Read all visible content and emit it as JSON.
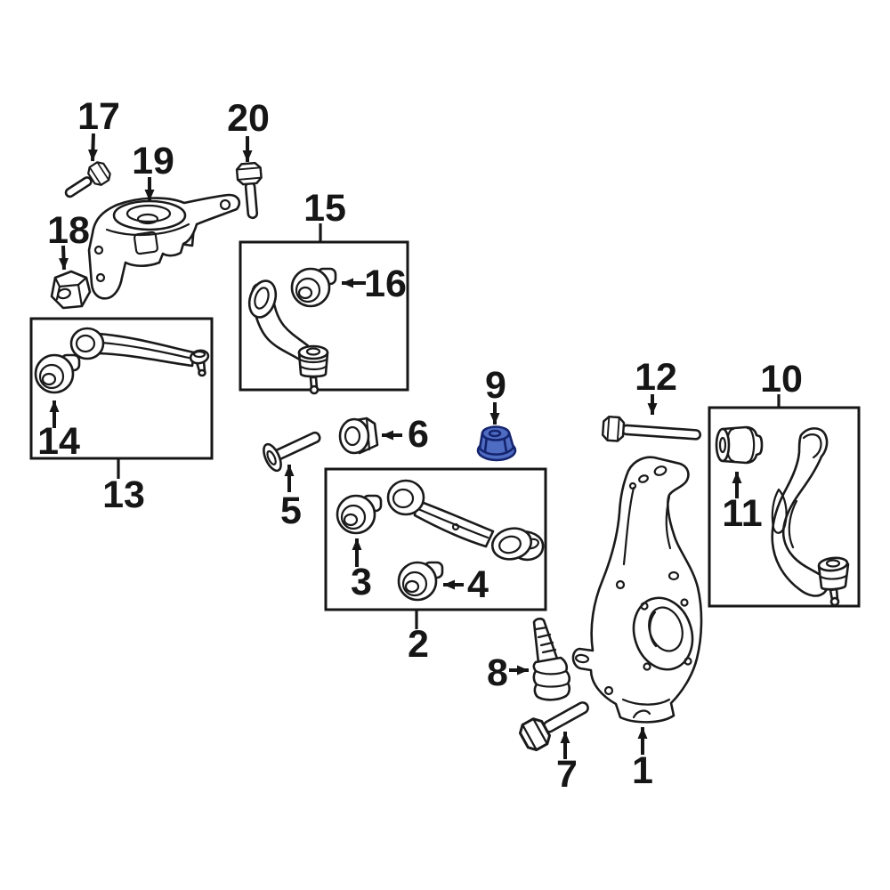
{
  "diagram": {
    "description": "Exploded suspension parts diagram",
    "background_color": "#ffffff",
    "line_color": "#1a1a1a",
    "highlight_fill": "#4f6cc3",
    "highlight_stroke": "#14246e",
    "highlighted_part": "9",
    "parts": [
      {
        "label": "1",
        "name": "steering-knuckle"
      },
      {
        "label": "2",
        "name": "control-arm-group-box"
      },
      {
        "label": "3",
        "name": "bushing"
      },
      {
        "label": "4",
        "name": "bushing"
      },
      {
        "label": "5",
        "name": "guide-pin-bolt"
      },
      {
        "label": "6",
        "name": "flange-nut"
      },
      {
        "label": "7",
        "name": "bolt"
      },
      {
        "label": "8",
        "name": "ball-joint"
      },
      {
        "label": "9",
        "name": "flange-lock-nut"
      },
      {
        "label": "10",
        "name": "control-arm-group-box"
      },
      {
        "label": "11",
        "name": "bushing"
      },
      {
        "label": "12",
        "name": "bolt"
      },
      {
        "label": "13",
        "name": "control-arm-group-box"
      },
      {
        "label": "14",
        "name": "bushing"
      },
      {
        "label": "15",
        "name": "control-arm-group-box"
      },
      {
        "label": "16",
        "name": "bushing"
      },
      {
        "label": "17",
        "name": "bolt"
      },
      {
        "label": "18",
        "name": "flange-nut"
      },
      {
        "label": "19",
        "name": "support-bracket"
      },
      {
        "label": "20",
        "name": "bolt"
      }
    ]
  }
}
